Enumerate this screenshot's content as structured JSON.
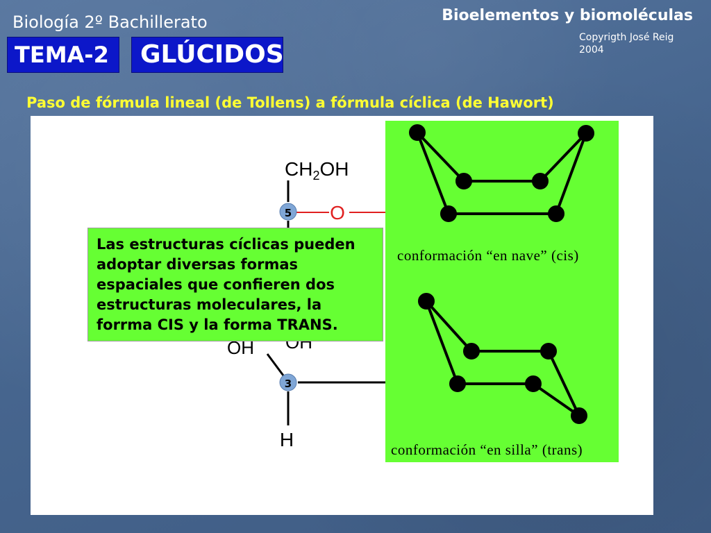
{
  "header": {
    "subject": "Biología 2º Bachillerato",
    "topic": "Bioelementos y biomoléculas",
    "copyright_line1": "Copyrigth José Reig",
    "copyright_line2": "2004"
  },
  "badges": {
    "tema": "TEMA-2",
    "title": "GLÚCIDOS"
  },
  "heading": "Paso de fórmula lineal (de Tollens) a fórmula cíclica  (de Hawort)",
  "molecule": {
    "ch2oh_main": "CH",
    "ch2oh_sub": "2",
    "ch2oh_tail": "OH",
    "carbon5": "5",
    "carbon3": "3",
    "oxygen": "O",
    "oh_left": "OH",
    "oh_right": "OH",
    "hydrogen": "H"
  },
  "conformations": {
    "boat_label": "conformación “en nave” (cis)",
    "chair_label": "conformación “en silla” (trans)"
  },
  "callout": {
    "text": "Las estructuras cíclicas pueden adoptar diversas formas espaciales que confieren dos estructuras moleculares, la forrma CIS y la forma TRANS."
  },
  "colors": {
    "badge_bg": "#0c17c9",
    "heading": "#ffff33",
    "panel_green": "#66ff33",
    "oxygen_red": "#e02020",
    "carbon_node": "#7fa6d6"
  }
}
